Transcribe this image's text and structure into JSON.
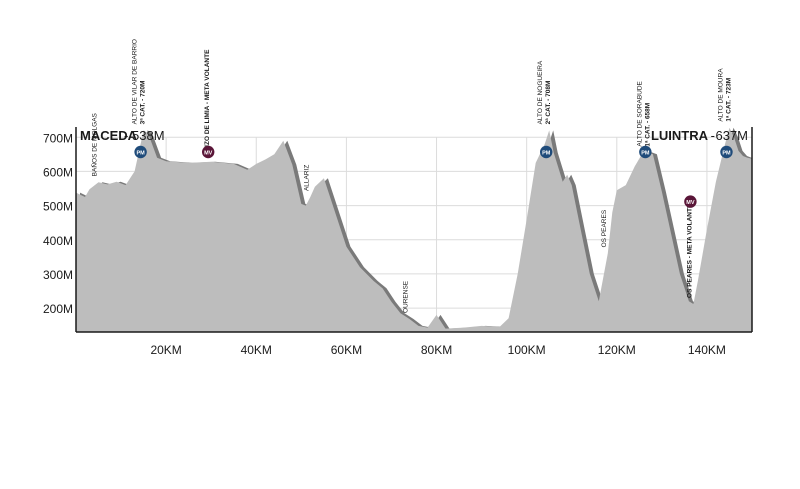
{
  "chart_data": {
    "type": "area",
    "start": {
      "name": "MACEDA",
      "altitude": "538M"
    },
    "finish": {
      "name": "LUINTRA",
      "altitude": "637M"
    },
    "x_ticks": [
      {
        "value": 20,
        "label": "20KM"
      },
      {
        "value": 40,
        "label": "40KM"
      },
      {
        "value": 60,
        "label": "60KM"
      },
      {
        "value": 80,
        "label": "80KM"
      },
      {
        "value": 100,
        "label": "100KM"
      },
      {
        "value": 120,
        "label": "120KM"
      },
      {
        "value": 140,
        "label": "140KM"
      }
    ],
    "y_ticks": [
      {
        "value": 200,
        "label": "200M"
      },
      {
        "value": 300,
        "label": "300M"
      },
      {
        "value": 400,
        "label": "400M"
      },
      {
        "value": 500,
        "label": "500M"
      },
      {
        "value": 600,
        "label": "600M"
      },
      {
        "value": 700,
        "label": "700M"
      }
    ],
    "xlim": [
      0,
      150
    ],
    "ylim": [
      130,
      730
    ],
    "profile": {
      "km": [
        0,
        2,
        3,
        5,
        7,
        9,
        11,
        13,
        14,
        15,
        16,
        18,
        20,
        25,
        30,
        35,
        38,
        40,
        42,
        44,
        46,
        48,
        50,
        51,
        52,
        53,
        55,
        57,
        60,
        63,
        66,
        68,
        70,
        72,
        74,
        76,
        78,
        80,
        82,
        86,
        90,
        94,
        96,
        98,
        100,
        102,
        104,
        105,
        106,
        108,
        109,
        110,
        112,
        114,
        116,
        118,
        119,
        120,
        122,
        124,
        126,
        128,
        130,
        132,
        134,
        136,
        137,
        138,
        140,
        142,
        144,
        145,
        146,
        147,
        148,
        149,
        150
      ],
      "alt": [
        538,
        525,
        548,
        568,
        562,
        570,
        560,
        600,
        660,
        720,
        712,
        640,
        630,
        625,
        628,
        622,
        605,
        622,
        635,
        650,
        690,
        620,
        505,
        500,
        525,
        555,
        580,
        500,
        380,
        320,
        280,
        258,
        218,
        185,
        168,
        148,
        143,
        180,
        140,
        143,
        148,
        145,
        170,
        300,
        460,
        625,
        680,
        720,
        655,
        570,
        590,
        560,
        430,
        300,
        220,
        360,
        480,
        545,
        560,
        615,
        660,
        650,
        540,
        420,
        300,
        220,
        212,
        280,
        430,
        570,
        680,
        728,
        700,
        660,
        645,
        640,
        637
      ]
    },
    "waypoints": [
      {
        "km": 5,
        "alt": 568,
        "label": "BAÑOS DE MOLGAS",
        "sub": ""
      },
      {
        "km": 15,
        "alt": 720,
        "label": "ALTO DE VILAR DE BARRIO",
        "sub": "3ª CAT. - 720M",
        "badge": "PM"
      },
      {
        "km": 30,
        "alt": 628,
        "label": "XINZO DE LIMIA - META VOLANTE",
        "sub": "",
        "badge": "MV"
      },
      {
        "km": 52,
        "alt": 525,
        "label": "ALLARIZ",
        "sub": ""
      },
      {
        "km": 74,
        "alt": 168,
        "label": "OURENSE",
        "sub": ""
      },
      {
        "km": 105,
        "alt": 720,
        "label": "ALTO DE NOGUEIRA",
        "sub": "2ª CAT. - 708M",
        "badge": "PM"
      },
      {
        "km": 118,
        "alt": 360,
        "label": "OS PEARES",
        "sub": ""
      },
      {
        "km": 127,
        "alt": 655,
        "label": "ALTO DE SORABUDE",
        "sub": "1ª CAT. - 658M",
        "badge": "PM"
      },
      {
        "km": 137,
        "alt": 212,
        "label": "OS PEARES - META VOLANTE",
        "sub": "",
        "badge": "MV"
      },
      {
        "km": 145,
        "alt": 728,
        "label": "ALTO DE MOURA",
        "sub": "1ª CAT. - 723M",
        "badge": "PM"
      }
    ],
    "colors": {
      "fill": "#bdbdbd",
      "edge": "#7a7a7a",
      "grid": "#dcdcdc",
      "frame": "#1a1a1a",
      "pm_badge": "#1f4b7a",
      "mv_badge": "#5a1638",
      "text": "#1a1a1a"
    },
    "grid": true
  }
}
